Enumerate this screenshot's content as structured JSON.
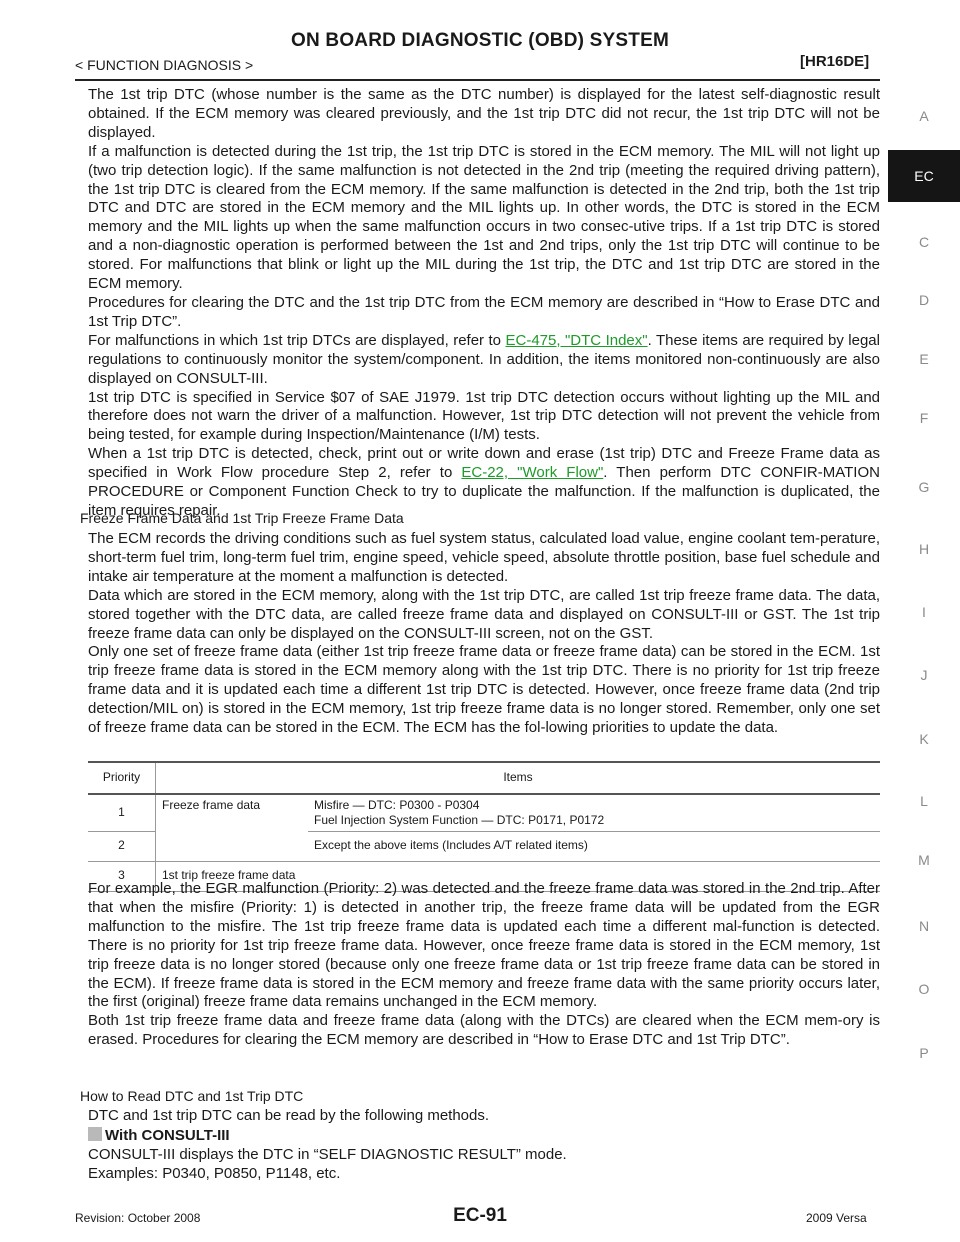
{
  "header": {
    "title": "ON BOARD DIAGNOSTIC (OBD) SYSTEM",
    "breadcrumb": "< FUNCTION DIAGNOSIS >",
    "engine_code": "[HR16DE]"
  },
  "side_tabs": [
    "A",
    "EC",
    "C",
    "D",
    "E",
    "F",
    "G",
    "H",
    "I",
    "J",
    "K",
    "L",
    "M",
    "N",
    "O",
    "P"
  ],
  "para1": [
    "The 1st trip DTC (whose number is the same as the DTC number) is displayed for the latest self-diagnostic result obtained. If the ECM memory was cleared previously, and the 1st trip DTC did not recur, the 1st trip DTC will not be displayed.",
    "If a malfunction is detected during the 1st trip, the 1st trip DTC is stored in the ECM memory. The MIL will not light up (two trip detection logic). If the same malfunction is not detected in the 2nd trip (meeting the required driving pattern), the 1st trip DTC is cleared from the ECM memory. If the same malfunction is detected in the 2nd trip, both the 1st trip DTC and DTC are stored in the ECM memory and the MIL lights up. In other words, the DTC is stored in the ECM memory and the MIL lights up when the same malfunction occurs in two consec-utive trips. If a 1st trip DTC is stored and a non-diagnostic operation is performed between the 1st and 2nd trips, only the 1st trip DTC will continue to be stored. For malfunctions that blink or light up the MIL during the 1st trip, the DTC and 1st trip DTC are stored in the ECM memory.",
    "Procedures for clearing the DTC and the 1st trip DTC from the ECM memory are described in “How to Erase DTC and 1st Trip DTC”."
  ],
  "para_dtc_index": {
    "before": "For malfunctions in which 1st trip DTCs are displayed, refer to ",
    "link": "EC-475, \"DTC Index\"",
    "after": ". These items are required by legal regulations to continuously monitor the system/component. In addition, the items monitored non-continuously are also displayed on CONSULT-III."
  },
  "para_sae": "1st trip DTC is specified in Service $07 of SAE J1979. 1st trip DTC detection occurs without lighting up the MIL and therefore does not warn the driver of a malfunction. However, 1st trip DTC detection will not prevent the vehicle from being tested, for example during Inspection/Maintenance (I/M) tests.",
  "para_workflow": {
    "before": "When a 1st trip DTC is detected, check, print out or write down and erase (1st trip) DTC and Freeze Frame data as specified in Work Flow procedure Step 2, refer to ",
    "link": "EC-22, \"Work Flow\"",
    "after": ". Then perform DTC CONFIR-MATION PROCEDURE or Component Function Check to try to duplicate the malfunction. If the malfunction is duplicated, the item requires repair."
  },
  "section_freeze": {
    "heading": "Freeze Frame Data and 1st Trip Freeze Frame Data",
    "paragraphs": [
      "The ECM records the driving conditions such as fuel system status, calculated load value, engine coolant tem-perature, short-term fuel trim, long-term fuel trim, engine speed, vehicle speed, absolute throttle position, base fuel schedule and intake air temperature at the moment a malfunction is detected.",
      "Data which are stored in the ECM memory, along with the 1st trip DTC, are called 1st trip freeze frame data. The data, stored together with the DTC data, are called freeze frame data and displayed on CONSULT-III or GST. The 1st trip freeze frame data can only be displayed on the CONSULT-III screen, not on the GST.",
      "Only one set of freeze frame data (either 1st trip freeze frame data or freeze frame data) can be stored in the ECM. 1st trip freeze frame data is stored in the ECM memory along with the 1st trip DTC. There is no priority for 1st trip freeze frame data and it is updated each time a different 1st trip DTC is detected. However, once freeze frame data (2nd trip detection/MIL on) is stored in the ECM memory, 1st trip freeze frame data is no longer stored. Remember, only one set of freeze frame data can be stored in the ECM. The ECM has the fol-lowing priorities to update the data."
    ]
  },
  "priority_table": {
    "headers": [
      "Priority",
      "Items"
    ],
    "row1": {
      "priority": "1",
      "item": "Freeze frame data",
      "detail_lines": [
        "Misfire — DTC: P0300 - P0304",
        "Fuel Injection System Function — DTC: P0171, P0172"
      ]
    },
    "row2": {
      "priority": "2",
      "detail": "Except the above items (Includes A/T related items)"
    },
    "row3": {
      "priority": "3",
      "item": "1st trip freeze frame data"
    }
  },
  "para_example": [
    "For example, the EGR malfunction (Priority: 2) was detected and the freeze frame data was stored in the 2nd trip. After that when the misfire (Priority: 1) is detected in another trip, the freeze frame data will be updated from the EGR malfunction to the misfire. The 1st trip freeze frame data is updated each time a different mal-function is detected. There is no priority for 1st trip freeze frame data. However, once freeze frame data is stored in the ECM memory, 1st trip freeze data is no longer stored (because only one freeze frame data or 1st trip freeze frame data can be stored in the ECM). If freeze frame data is stored in the ECM memory and freeze frame data with the same priority occurs later, the first (original) freeze frame data remains unchanged in the ECM memory.",
    "Both 1st trip freeze frame data and freeze frame data (along with the DTCs) are cleared when the ECM mem-ory is erased. Procedures for clearing the ECM memory are described in “How to Erase DTC and 1st Trip DTC”."
  ],
  "section_read": {
    "heading": "How to Read DTC and 1st Trip DTC",
    "intro": "DTC and 1st trip DTC can be read by the following methods.",
    "consult_label": "With CONSULT-III",
    "lines": [
      "CONSULT-III displays the DTC in “SELF DIAGNOSTIC RESULT” mode.",
      "Examples: P0340, P0850, P1148, etc."
    ]
  },
  "footer": {
    "revision": "Revision: October 2008",
    "page": "EC-91",
    "model": "2009 Versa"
  }
}
